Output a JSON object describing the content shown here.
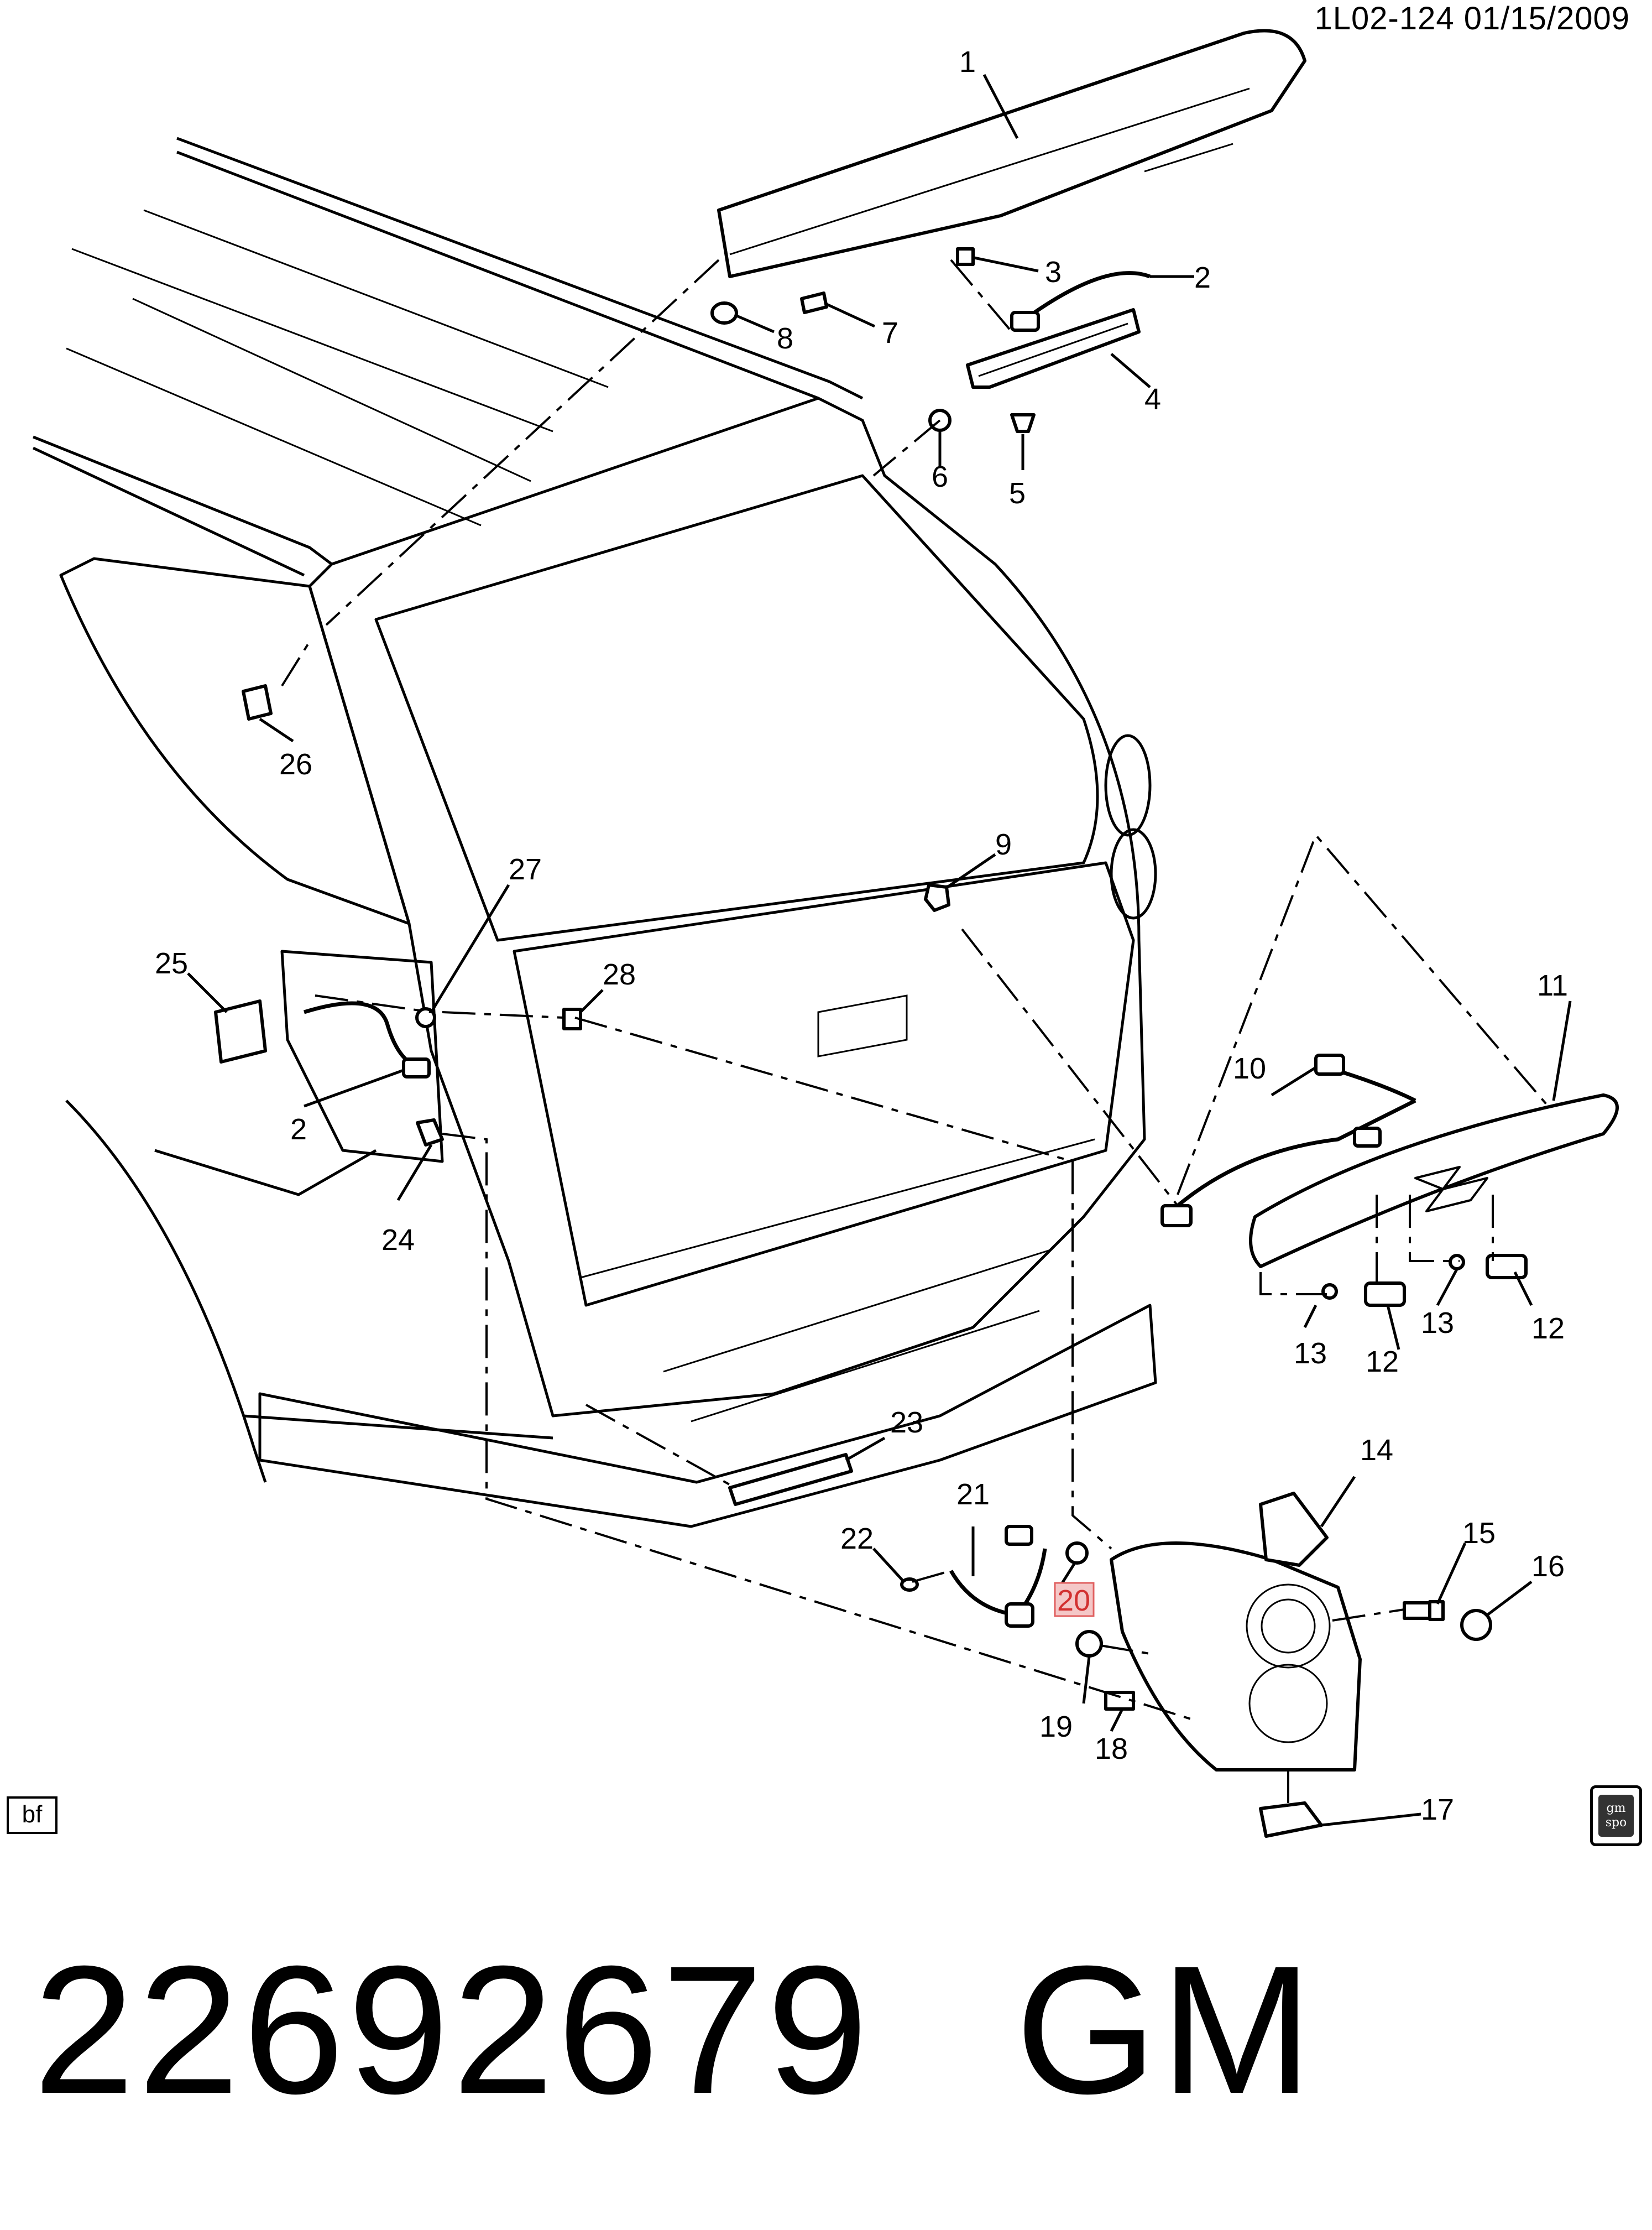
{
  "header": {
    "diagram_ref": "1L02-124 01/15/2009"
  },
  "callouts": {
    "c1": "1",
    "c2a": "2",
    "c2b": "2",
    "c3": "3",
    "c4": "4",
    "c5": "5",
    "c6": "6",
    "c7": "7",
    "c8": "8",
    "c9": "9",
    "c10": "10",
    "c11": "11",
    "c12a": "12",
    "c12b": "12",
    "c13a": "13",
    "c13b": "13",
    "c14": "14",
    "c15": "15",
    "c16": "16",
    "c17": "17",
    "c18": "18",
    "c19": "19",
    "c20": "20",
    "c21": "21",
    "c22": "22",
    "c23": "23",
    "c24": "24",
    "c25": "25",
    "c26": "26",
    "c27": "27",
    "c28": "28"
  },
  "highlighted_callout": "20",
  "footer": {
    "part_number": "22692679",
    "brand": "GM"
  },
  "badges": {
    "bf": "bf",
    "logo": "gm spo"
  },
  "colors": {
    "line": "#000000",
    "background": "#ffffff",
    "highlight": "#f4c7c7"
  }
}
